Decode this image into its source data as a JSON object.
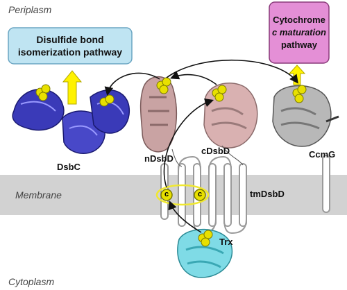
{
  "regions": {
    "periplasm": "Periplasm",
    "membrane": "Membrane",
    "cytoplasm": "Cytoplasm"
  },
  "pathways": {
    "disulfide": {
      "line1": "Disulfide bond",
      "line2": "isomerization pathway"
    },
    "cytochrome": {
      "line1": "Cytochrome",
      "line2": "c maturation",
      "line3": "pathway"
    }
  },
  "proteins": {
    "dsbc": "DsbC",
    "ndsbd": "nDsbD",
    "cdsbd": "cDsbD",
    "ccmg": "CcmG",
    "tmdsbd": "tmDsbD",
    "trx": "Trx"
  },
  "cysteine_glyph": "c",
  "colors": {
    "membrane": "#d2d2d2",
    "disulfide_box": "#bfe4f2",
    "cytochrome_box": "#e48fd6",
    "arrow_yellow": "#fff200",
    "dsbc": "#3a3ab8",
    "dsbd_domain": "#c9a3a3",
    "ccmg": "#b8b8b8",
    "trx": "#7fdbe6",
    "sulfur_yellow": "#e8e000"
  },
  "icons": [
    "yellow-up-arrow-icon",
    "sulfur-atom-cluster-icon",
    "cysteine-marker-icon"
  ]
}
